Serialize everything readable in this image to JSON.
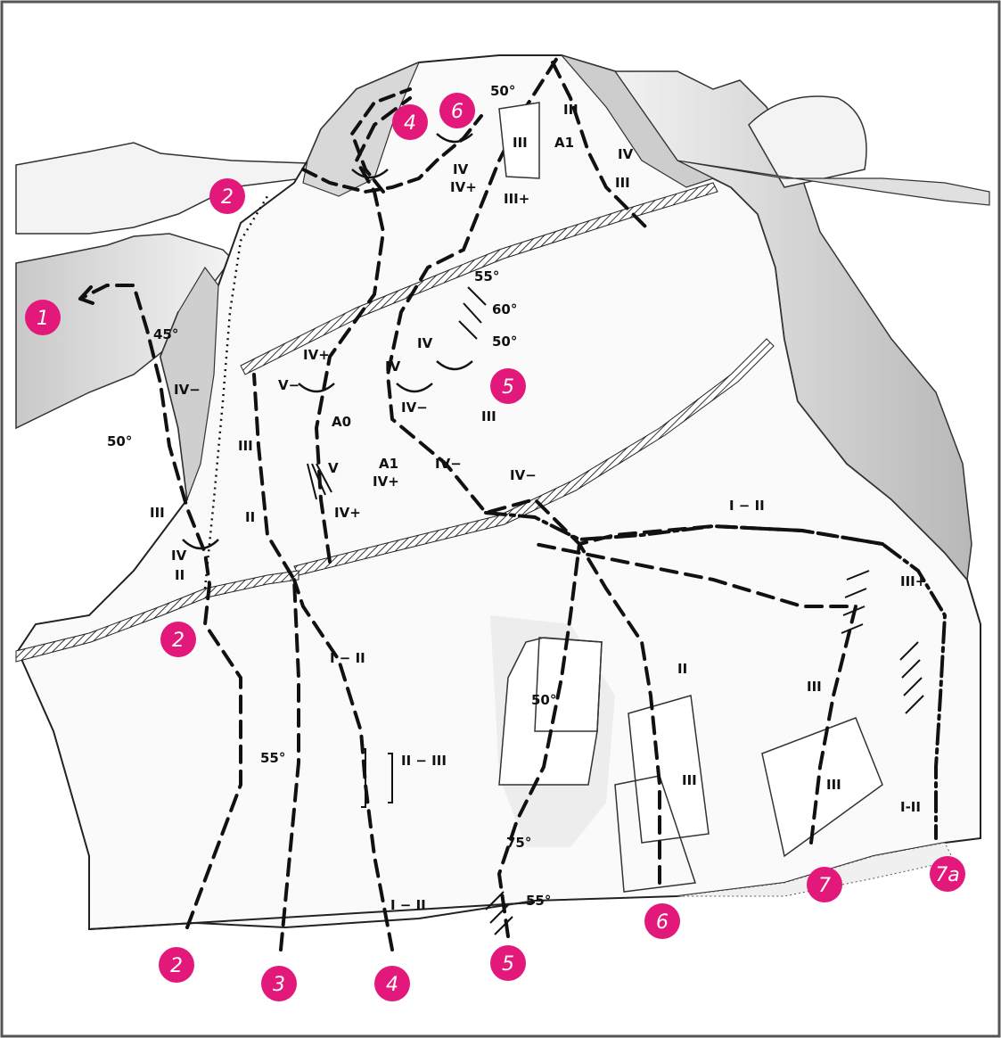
{
  "colors": {
    "marker": "#e2187b",
    "ink": "#111111",
    "border": "#555555"
  },
  "route_markers": [
    {
      "id": "marker-1-top-left",
      "label": "1"
    },
    {
      "id": "marker-2-upper",
      "label": "2"
    },
    {
      "id": "marker-2-middle",
      "label": "2"
    },
    {
      "id": "marker-4-summit",
      "label": "4"
    },
    {
      "id": "marker-6-summit",
      "label": "6"
    },
    {
      "id": "marker-5-middle",
      "label": "5"
    },
    {
      "id": "marker-2-base",
      "label": "2"
    },
    {
      "id": "marker-3-base",
      "label": "3"
    },
    {
      "id": "marker-4-base",
      "label": "4"
    },
    {
      "id": "marker-5-base",
      "label": "5"
    },
    {
      "id": "marker-6-base",
      "label": "6"
    },
    {
      "id": "marker-7-base",
      "label": "7"
    },
    {
      "id": "marker-7a-base",
      "label": "7a"
    }
  ],
  "grade_labels": {
    "top_50": "50°",
    "top_iii_a": "III",
    "top_iii_b": "III",
    "top_iv_a": "IV",
    "top_iv_plus": "IV+",
    "top_iii_plus": "III+",
    "top_a1": "A1",
    "top_iv_b": "IV",
    "top_iii_c": "III",
    "mid_55": "55°",
    "mid_60": "60°",
    "mid_50": "50°",
    "mid_iv": "IV",
    "left_45": "45°",
    "left_iv_minus": "IV−",
    "left_50": "50°",
    "left_iii": "III",
    "left_iv": "IV",
    "left_ii": "II",
    "col_iii": "III",
    "col_ii": "II",
    "r4_iv_plus": "IV+",
    "r4_v_minus": "V−",
    "r4_a0": "A0",
    "r4_v": "V",
    "r4_iv_plus_b": "IV+",
    "r5_iv": "IV",
    "r5_iv_minus": "IV−",
    "r5_a1": "A1",
    "r5_iv_plus": "IV+",
    "r5_iv_minus_b": "IV−",
    "r5_iii": "III",
    "r5_iv_minus_c": "IV−",
    "traverse_i_ii": "I − II",
    "lower_i_ii": "I − II",
    "lower_55": "55°",
    "lower_ii_iii": "II − III",
    "lower_i_ii_b": "I − II",
    "slab_50": "50°",
    "r5_75": "75°",
    "r5_55": "55°",
    "r6_ii": "II",
    "r6_iii": "III",
    "r7_iii_a": "III",
    "r7_iii_b": "III",
    "r7_iii_plus": "III+",
    "r7a_i_ii": "I-II"
  }
}
